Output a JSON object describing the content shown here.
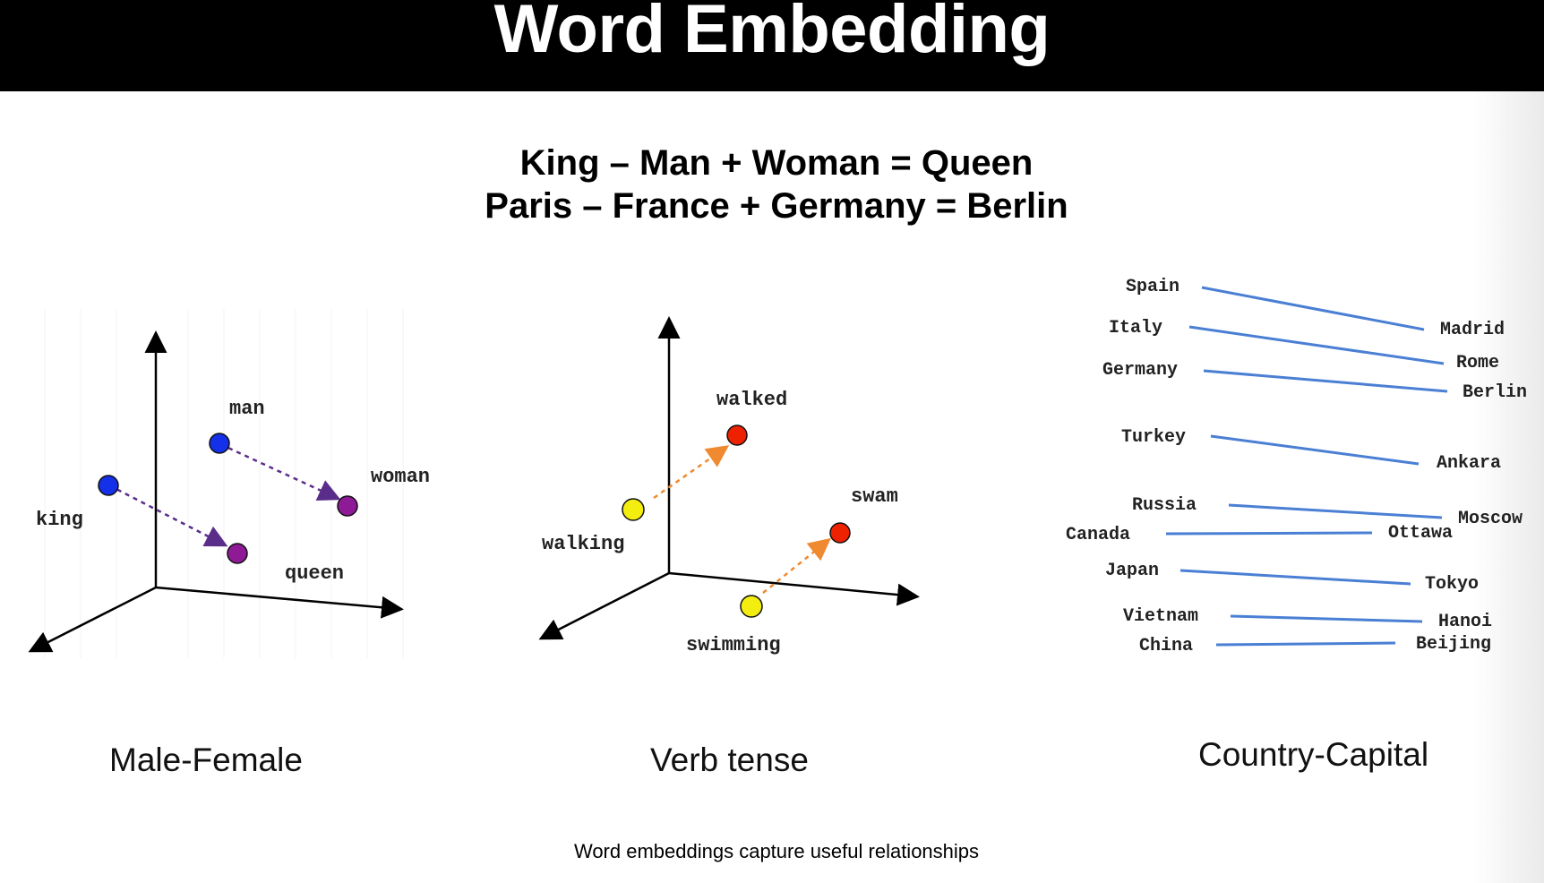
{
  "title": "Word Embedding",
  "equations": [
    "King – Man + Woman = Queen",
    "Paris – France + Germany = Berlin"
  ],
  "panels": {
    "male_female": {
      "caption": "Male-Female",
      "words": {
        "man": "man",
        "woman": "woman",
        "king": "king",
        "queen": "queen"
      }
    },
    "verb_tense": {
      "caption": "Verb tense",
      "words": {
        "walked": "walked",
        "walking": "walking",
        "swam": "swam",
        "swimming": "swimming"
      }
    },
    "country_capital": {
      "caption": "Country-Capital",
      "pairs": [
        {
          "country": "Spain",
          "capital": "Madrid"
        },
        {
          "country": "Italy",
          "capital": "Rome"
        },
        {
          "country": "Germany",
          "capital": "Berlin"
        },
        {
          "country": "Turkey",
          "capital": "Ankara"
        },
        {
          "country": "Russia",
          "capital": "Moscow"
        },
        {
          "country": "Canada",
          "capital": "Ottawa"
        },
        {
          "country": "Japan",
          "capital": "Tokyo"
        },
        {
          "country": "Vietnam",
          "capital": "Hanoi"
        },
        {
          "country": "China",
          "capital": "Beijing"
        }
      ]
    }
  },
  "colors": {
    "blue_point": "#1430e8",
    "purple_point": "#8e1a96",
    "red_point": "#ee2200",
    "yellow_point": "#f4ee10",
    "purple_arrow": "#5a2d8a",
    "orange_arrow": "#f08a30",
    "line_blue": "#4a7fd4"
  },
  "footnote": "Word embeddings capture useful relationships"
}
